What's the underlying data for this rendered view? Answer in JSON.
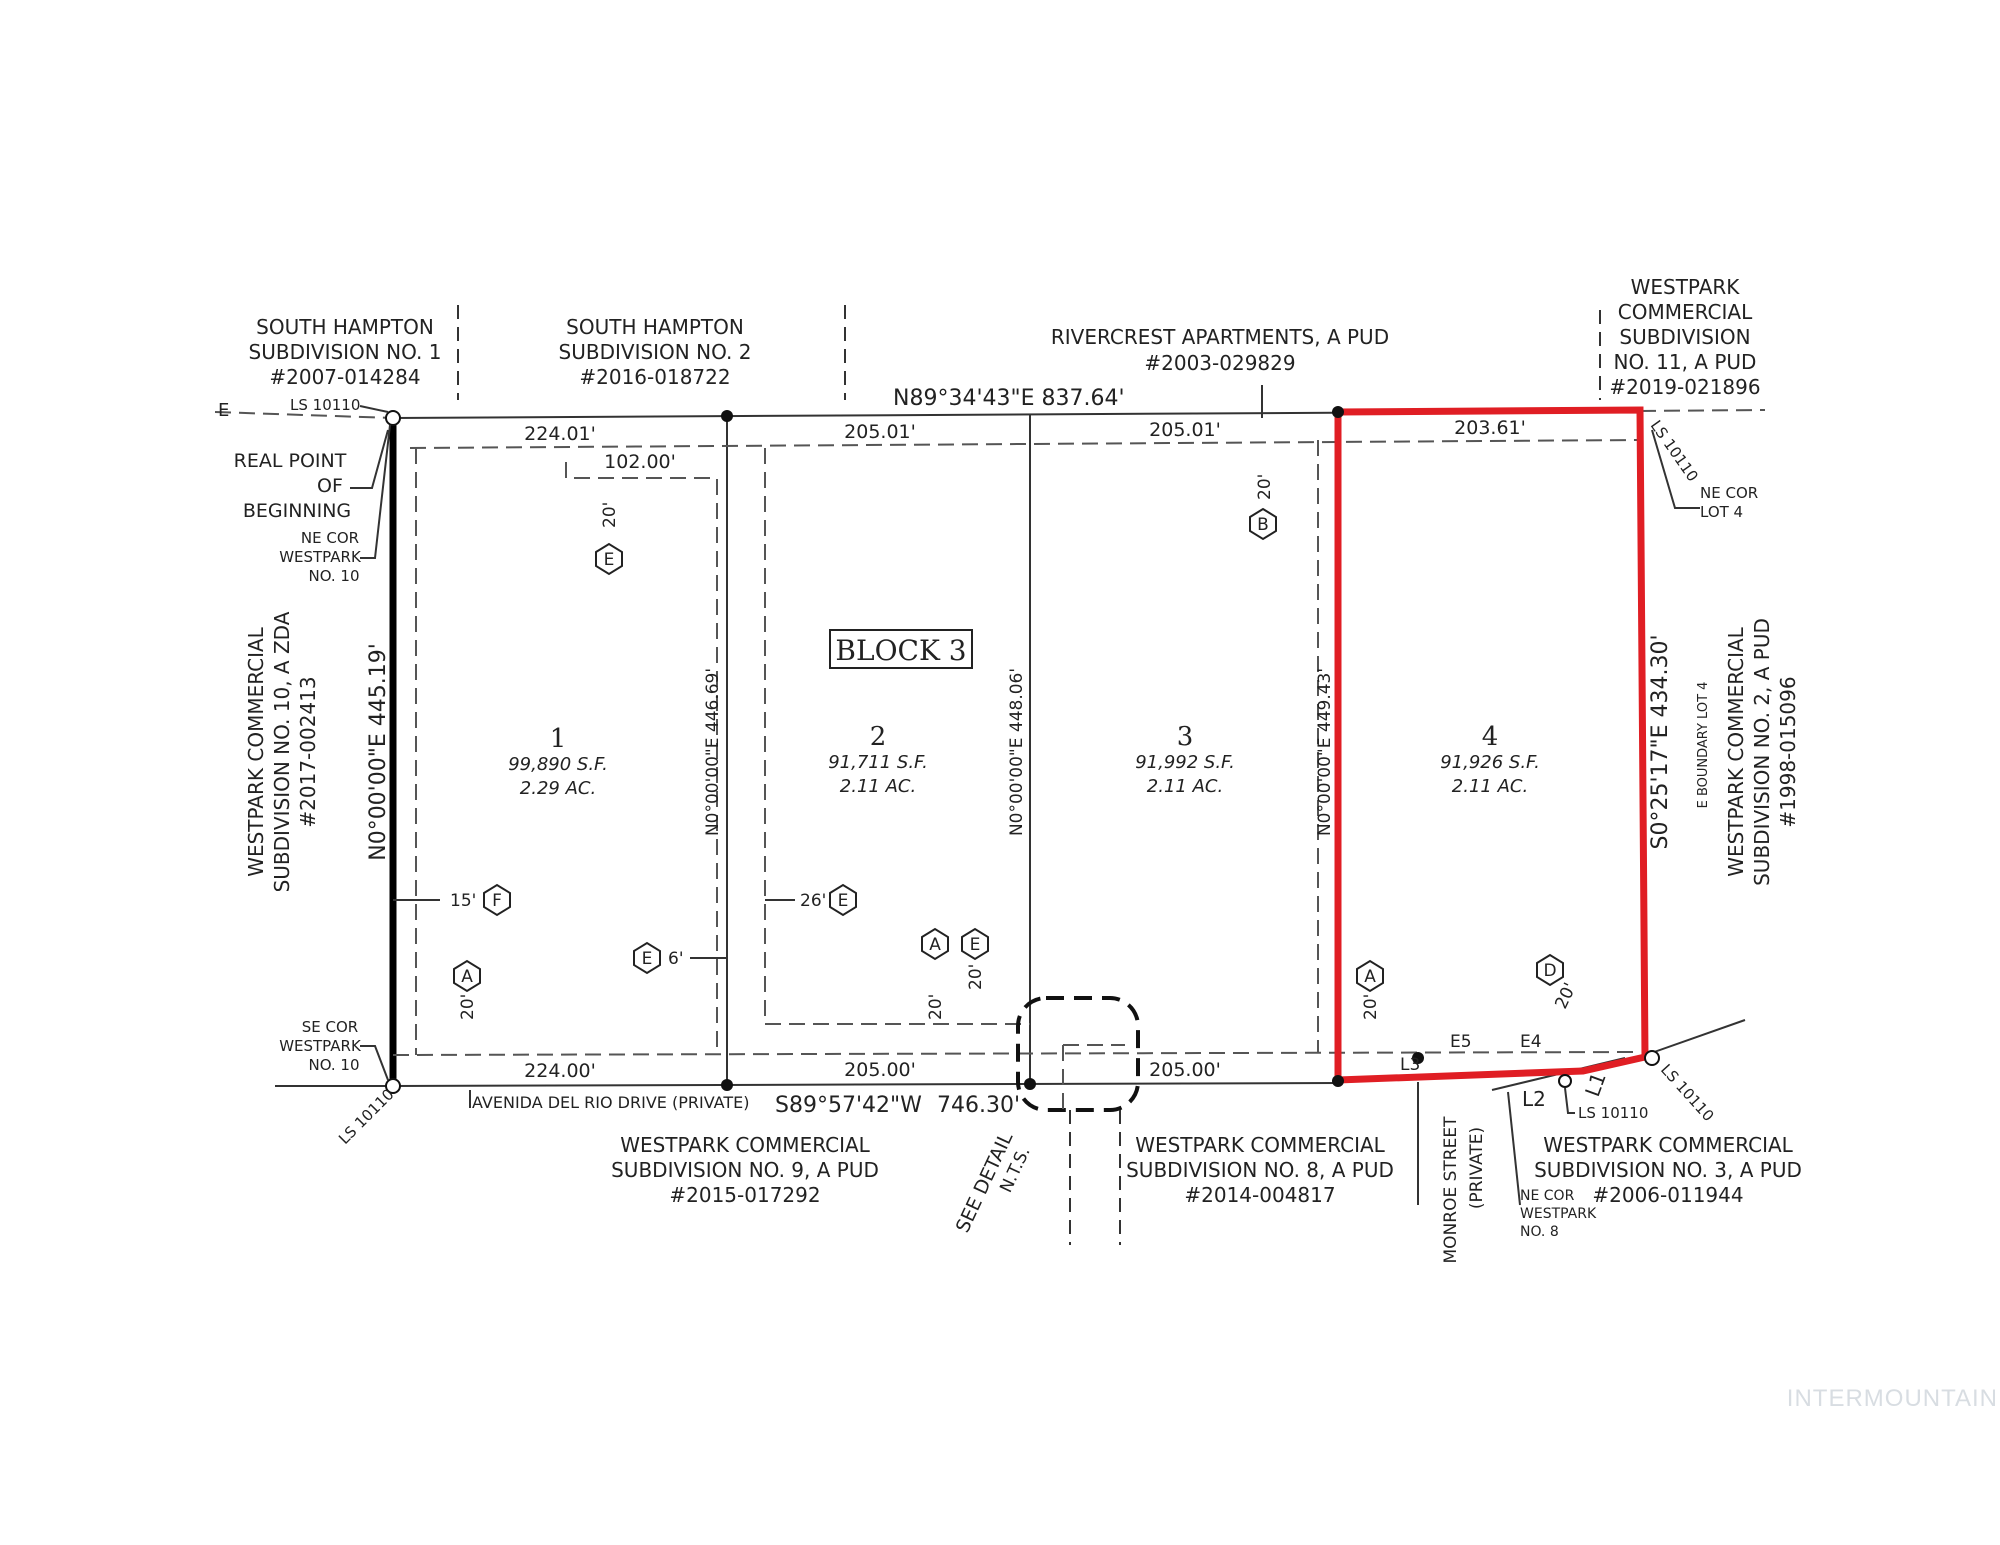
{
  "neighbors": {
    "south_hampton_1": [
      "SOUTH HAMPTON",
      "SUBDIVISION NO. 1",
      "#2007-014284"
    ],
    "south_hampton_2": [
      "SOUTH HAMPTON",
      "SUBDIVISION NO. 2",
      "#2016-018722"
    ],
    "rivercrest": [
      "RIVERCREST APARTMENTS, A PUD",
      "#2003-029829"
    ],
    "westpark_11": [
      "WESTPARK",
      "COMMERCIAL",
      "SUBDIVISION",
      "NO. 11, A PUD",
      "#2019-021896"
    ],
    "westpark_10": [
      "WESTPARK COMMERCIAL",
      "SUBDIVISION NO. 10, A ZDA",
      "#2017-002413"
    ],
    "westpark_2": [
      "WESTPARK COMMERCIAL",
      "SUBDIVISION NO. 2, A PUD",
      "#1998-015096"
    ],
    "westpark_9": [
      "WESTPARK COMMERCIAL",
      "SUBDIVISION NO. 9, A PUD",
      "#2015-017292"
    ],
    "westpark_8": [
      "WESTPARK COMMERCIAL",
      "SUBDIVISION NO. 8, A PUD",
      "#2014-004817"
    ],
    "westpark_3": [
      "WESTPARK COMMERCIAL",
      "SUBDIVISION NO. 3, A PUD",
      "#2006-011944"
    ]
  },
  "bearings": {
    "north": "N89°34'43\"E 837.64'",
    "south": "S89°57'42\"W",
    "south_dist": "746.30'",
    "west": "N0°00'00\"E 445.19'",
    "east": "S0°25'17\"E 434.30'",
    "lot_line_1_2": "N0°00'00\"E 446.69'",
    "lot_line_2_3": "N0°00'00\"E 448.06'",
    "lot_line_3_4": "N0°00'00\"E 449.43'"
  },
  "dimensions": {
    "top": [
      "224.01'",
      "205.01'",
      "205.01'",
      "203.61'"
    ],
    "bottom": [
      "224.00'",
      "205.00'",
      "205.00'"
    ],
    "offset_102": "102.00'"
  },
  "block_label": "BLOCK 3",
  "lots": [
    {
      "num": "1",
      "sf": "99,890 S.F.",
      "ac": "2.29 AC."
    },
    {
      "num": "2",
      "sf": "91,711 S.F.",
      "ac": "2.11 AC."
    },
    {
      "num": "3",
      "sf": "91,992 S.F.",
      "ac": "2.11 AC."
    },
    {
      "num": "4",
      "sf": "91,926 S.F.",
      "ac": "2.11 AC."
    }
  ],
  "callouts": {
    "ls_10110": "LS 10110",
    "e_left": "E",
    "real_pob": [
      "REAL POINT",
      "OF",
      "BEGINNING"
    ],
    "ne_cor_wp10": [
      "NE COR",
      "WESTPARK",
      "NO. 10"
    ],
    "se_cor_wp10": [
      "SE COR",
      "WESTPARK",
      "NO. 10"
    ],
    "ne_cor_lot4": [
      "NE COR",
      "LOT 4"
    ],
    "e_boundary_lot4": "E BOUNDARY LOT 4",
    "ne_cor_wp8": [
      "NE COR",
      "WESTPARK",
      "NO. 8"
    ],
    "avenida": "AVENIDA DEL RIO DRIVE (PRIVATE)",
    "see_detail": [
      "SEE DETAIL",
      "N.T.S."
    ],
    "monroe": [
      "MONROE STREET",
      "(PRIVATE)"
    ]
  },
  "easements": {
    "w20": "20'",
    "w15": "15'",
    "w26": "26'",
    "w6": "6'",
    "tag_a": "A",
    "tag_b": "B",
    "tag_d": "D",
    "tag_e": "E",
    "tag_f": "F",
    "l1": "L1",
    "l2": "L2",
    "l3": "L3",
    "e4": "E4",
    "e5": "E5"
  },
  "highlight_color": "#e01e24",
  "watermark": "INTERMOUNTAIN"
}
